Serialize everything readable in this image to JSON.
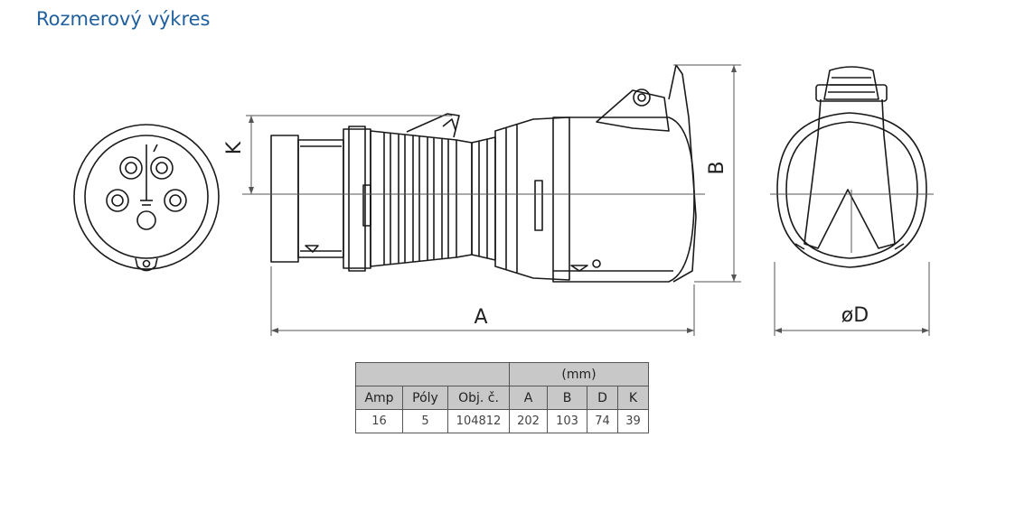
{
  "title": "Rozmerový výkres",
  "dimension_labels": {
    "a": "A",
    "b": "B",
    "d": "øD",
    "k": "K"
  },
  "table": {
    "unit_header": "(mm)",
    "columns": [
      "Amp",
      "Póly",
      "Obj. č.",
      "A",
      "B",
      "D",
      "K"
    ],
    "rows": [
      [
        "16",
        "5",
        "104812",
        "202",
        "103",
        "74",
        "39"
      ]
    ]
  }
}
